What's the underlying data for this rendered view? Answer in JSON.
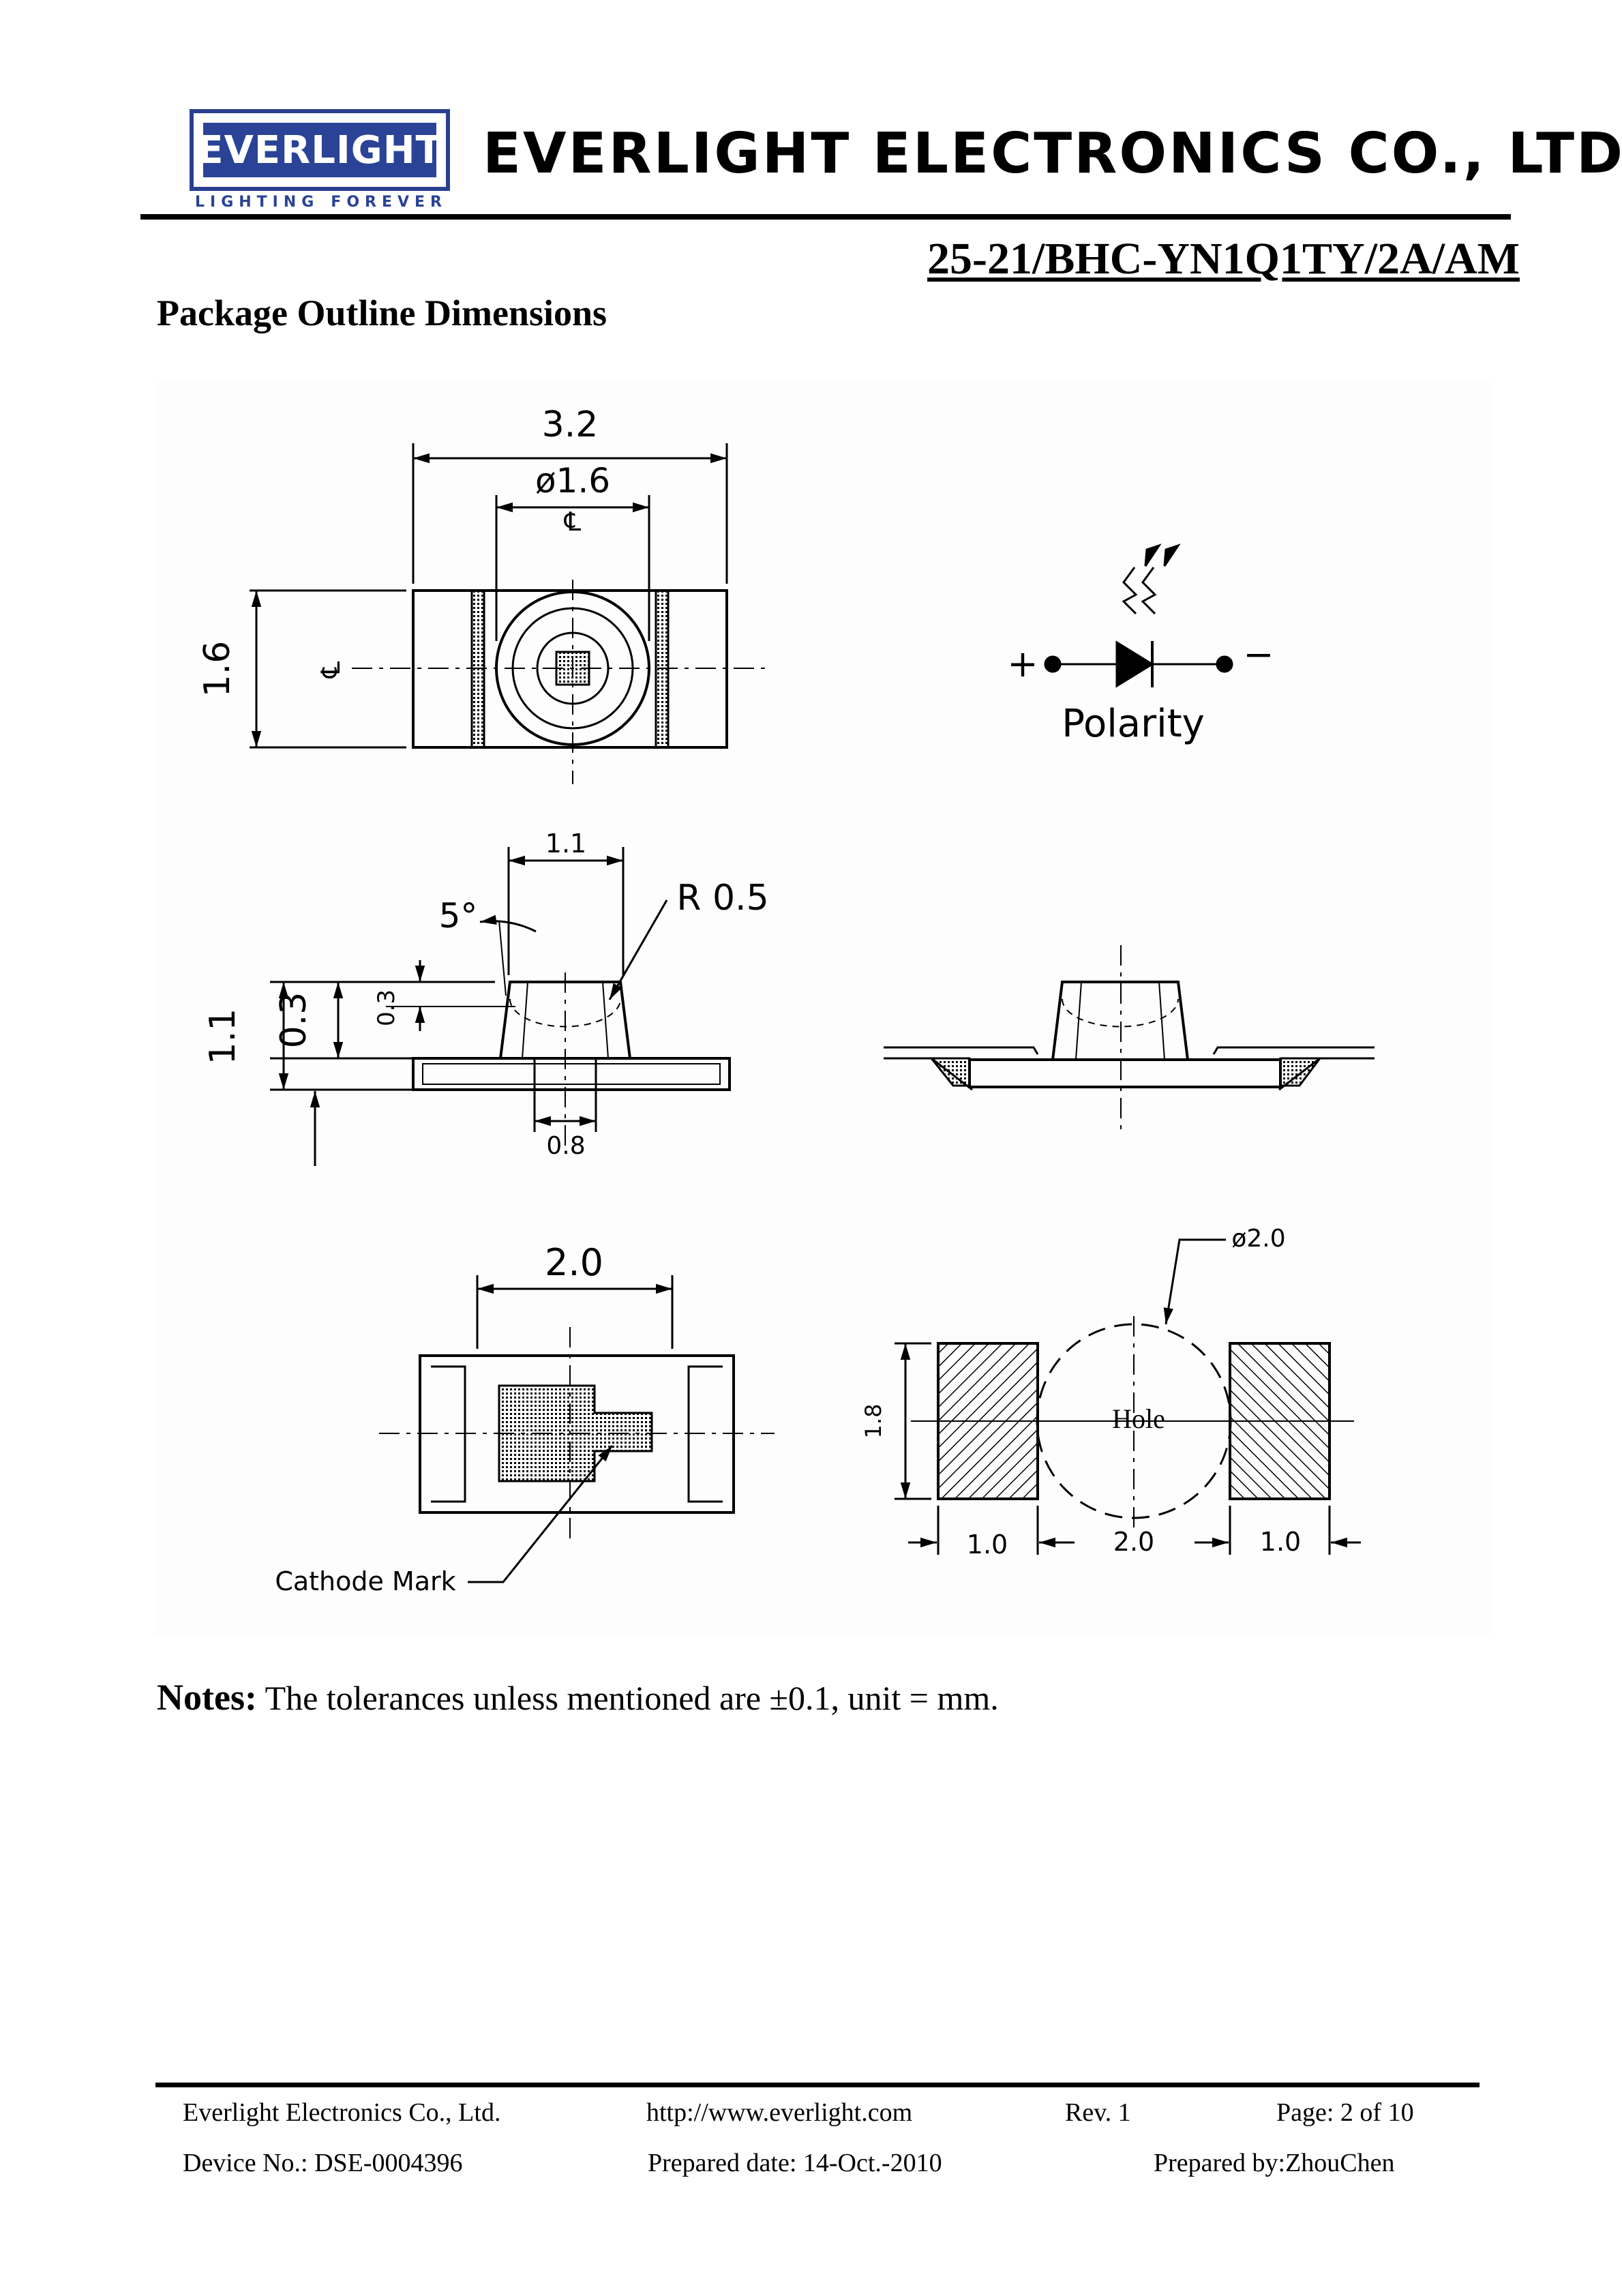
{
  "header": {
    "logo_text": "EVERLIGHT",
    "tagline_left": "LIGHTING",
    "tagline_right": "FOREVER",
    "company_name": "EVERLIGHT ELECTRONICS CO., LTD.",
    "part_number": "25-21/BHC-YN1Q1TY/2A/AM"
  },
  "section_title": "Package Outline Dimensions",
  "drawing": {
    "top_view": {
      "width": "3.2",
      "lens_dia": "ø1.6",
      "centerline": "℄",
      "height": "1.6"
    },
    "polarity": {
      "plus": "+",
      "minus": "−",
      "label": "Polarity"
    },
    "side_view": {
      "top_width": "1.1",
      "angle": "5°",
      "radius": "R 0.5",
      "total_height": "1.1",
      "lens_height": "0.3",
      "dome_height": "0.3",
      "base_width": "0.8"
    },
    "bottom_view": {
      "width": "2.0",
      "cathode_label": "Cathode Mark"
    },
    "footprint": {
      "hole_dia": "ø2.0",
      "hole_label": "Hole",
      "pad_height": "1.8",
      "pad_left": "1.0",
      "gap": "2.0",
      "pad_right": "1.0"
    }
  },
  "notes": {
    "label": "Notes:",
    "text": "The tolerances unless mentioned are  ±0.1, unit = mm."
  },
  "footer": {
    "company": "Everlight Electronics Co., Ltd.",
    "url": "http://www.everlight.com",
    "rev": "Rev. 1",
    "page": "Page: 2 of 10",
    "device_no": "Device No.: DSE-0004396",
    "prepared_date": "Prepared date: 14-Oct.-2010",
    "prepared_by": "Prepared by:ZhouChen"
  }
}
